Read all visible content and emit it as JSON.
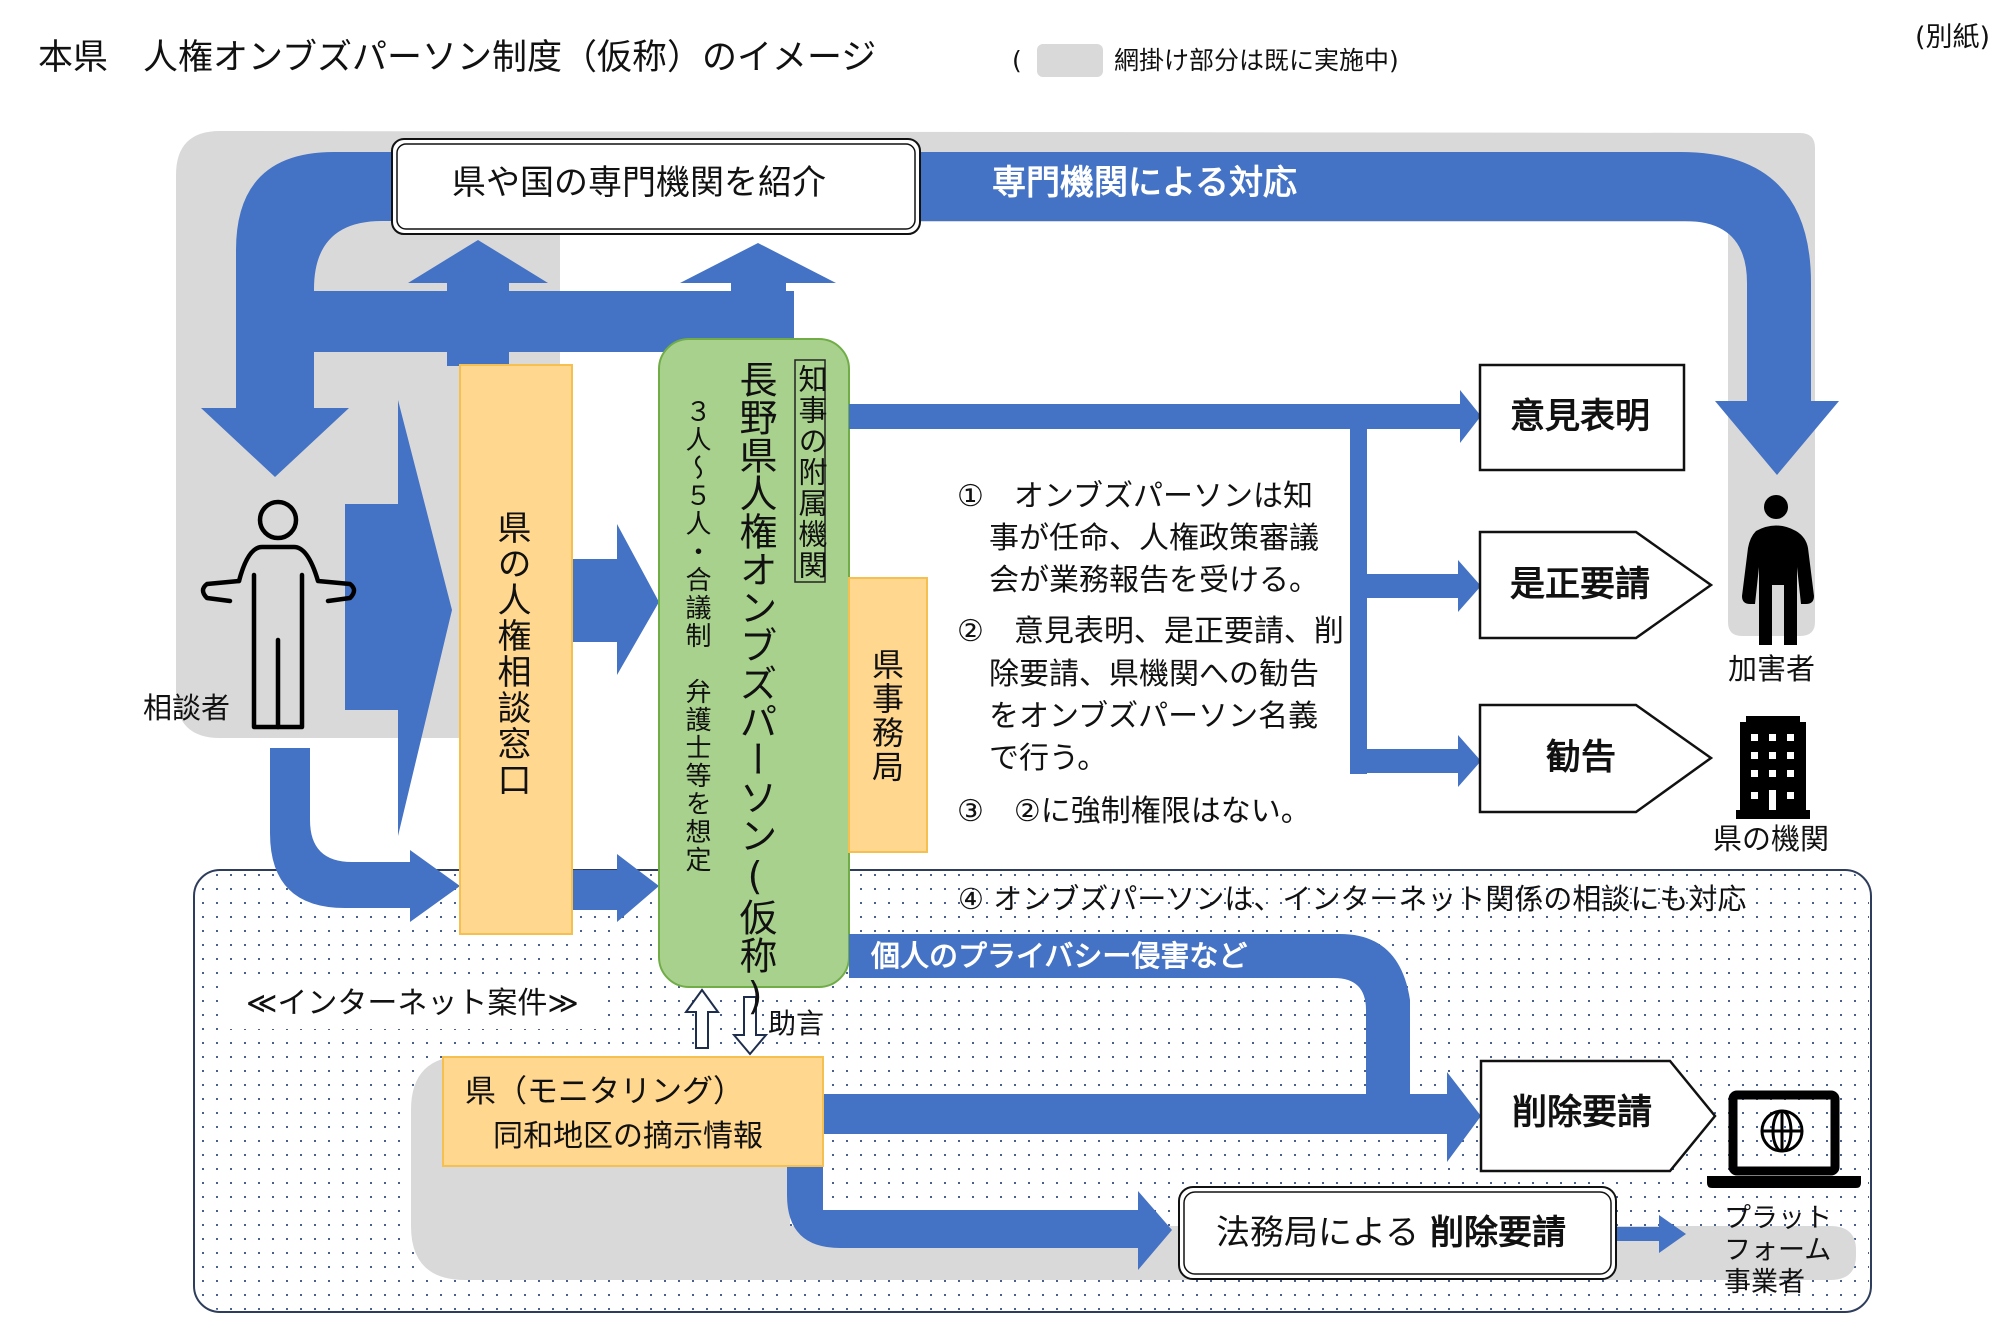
{
  "header": {
    "title": "本県　人権オンブズパーソン制度（仮称）のイメージ",
    "legend_open": "(",
    "legend_text": "網掛け部分は既に実施中)",
    "attachment_label": "(別紙)"
  },
  "colors": {
    "arrow_blue": "#4472c4",
    "shaded_gray": "#d9d9d9",
    "orange_fill": "#ffd78f",
    "orange_border": "#f5c04f",
    "green_fill": "#a9d18e",
    "green_border": "#70ad47",
    "dot_color": "#4a5f8c"
  },
  "top_flow": {
    "introduce_box": "県や国の専門機関を紹介",
    "band_label": "専門機関による対応"
  },
  "actors": {
    "consultant": "相談者",
    "perpetrator": "加害者",
    "prefecture_agency": "県の機関",
    "platform": [
      "プラット",
      "フォーム",
      "事業者"
    ]
  },
  "boxes": {
    "consultation_window": "県の人権相談窓口",
    "ombudsperson_affiliation": "知事の附属機関",
    "ombudsperson_title": "長野県人権オンブズパーソン(仮称)",
    "ombudsperson_detail": "３人～５人・合議制　弁護士等を想定",
    "secretariat": "県事務局",
    "monitoring_line1": "県（モニタリング）",
    "monitoring_line2": "同和地区の摘示情報",
    "legal_affairs_plain": "法務局による",
    "legal_affairs_bold": "削除要請"
  },
  "outcomes": {
    "opinion": "意見表明",
    "correction": "是正要請",
    "recommendation": "勧告",
    "deletion": "削除要請"
  },
  "notes": {
    "n1_line1": "①　オンブズパーソンは知",
    "n1_line2": "事が任命、人権政策審議",
    "n1_line3": "会が業務報告を受ける。",
    "n2_line1": "②　意見表明、是正要請、削",
    "n2_line2": "除要請、県機関への勧告",
    "n2_line3": "をオンブズパーソン名義",
    "n2_line4": "で行う。",
    "n3": "③　②に強制権限はない。",
    "n4": "④ オンブズパーソンは、インターネット関係の相談にも対応"
  },
  "internet": {
    "section_label": "≪インターネット案件≫",
    "privacy_band": "個人のプライバシー侵害など",
    "advice_label": "助言"
  }
}
